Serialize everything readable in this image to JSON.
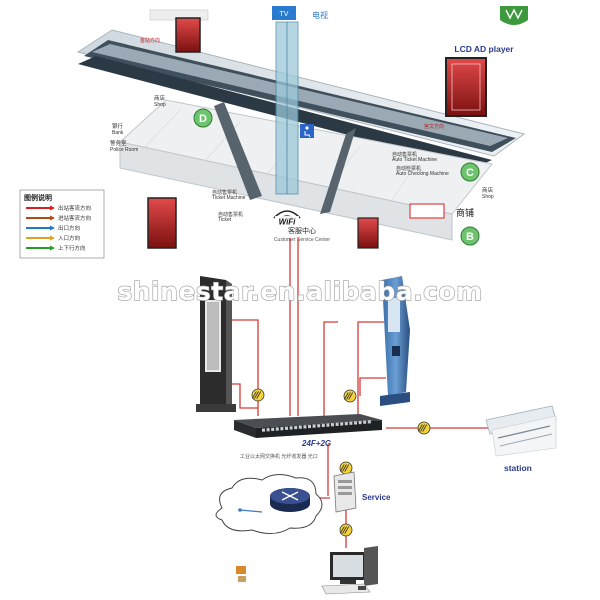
{
  "top": {
    "lcd_title": "LCD AD player",
    "tv_label": "电视",
    "tv_small": "TV",
    "wifi_label": "WiFi",
    "service_center_cn": "客服中心",
    "service_center_en": "Customer Service Center",
    "shop_label_cn": "商铺",
    "markers": [
      "D",
      "C",
      "B"
    ],
    "left_labels": [
      {
        "cn": "商店",
        "en": "Shop"
      },
      {
        "cn": "银行",
        "en": "Bank"
      },
      {
        "cn": "警务室",
        "en": "Police Room"
      }
    ],
    "right_labels": [
      {
        "cn": "自动售票机",
        "en": "Auto Ticket Machine"
      },
      {
        "cn": "自动检票机",
        "en": "Auto Checking Machine"
      },
      {
        "cn": "商店",
        "en": "Shop"
      }
    ],
    "direction_labels": [
      "首站方向",
      "宫文方向"
    ],
    "center_labels": [
      {
        "cn": "自动售票机",
        "en": "Ticket Machine"
      },
      {
        "cn": "自动售票机",
        "en": "Ticket"
      }
    ],
    "legend_title": "图例说明",
    "legend_items": [
      {
        "color": "#d42020",
        "text": "出站客流方向"
      },
      {
        "color": "#b04a12",
        "text": "进站客流方向"
      },
      {
        "color": "#1e7ac8",
        "text": "出口方向"
      },
      {
        "color": "#e0a020",
        "text": "入口方向"
      },
      {
        "color": "#2a9a2a",
        "text": "上下行方向"
      }
    ]
  },
  "watermark": "shinestar.en.alibaba.com",
  "network": {
    "switch_label": "24F+2G",
    "switch_sub": "工业以太网交换机 光纤收发器 光口",
    "station_label": "station",
    "service_label": "Service"
  },
  "colors": {
    "net_line": "#d63a3a",
    "platform": "#2c3e50",
    "glass": "#8fb0c8",
    "marker_green": "#6ec36e"
  }
}
